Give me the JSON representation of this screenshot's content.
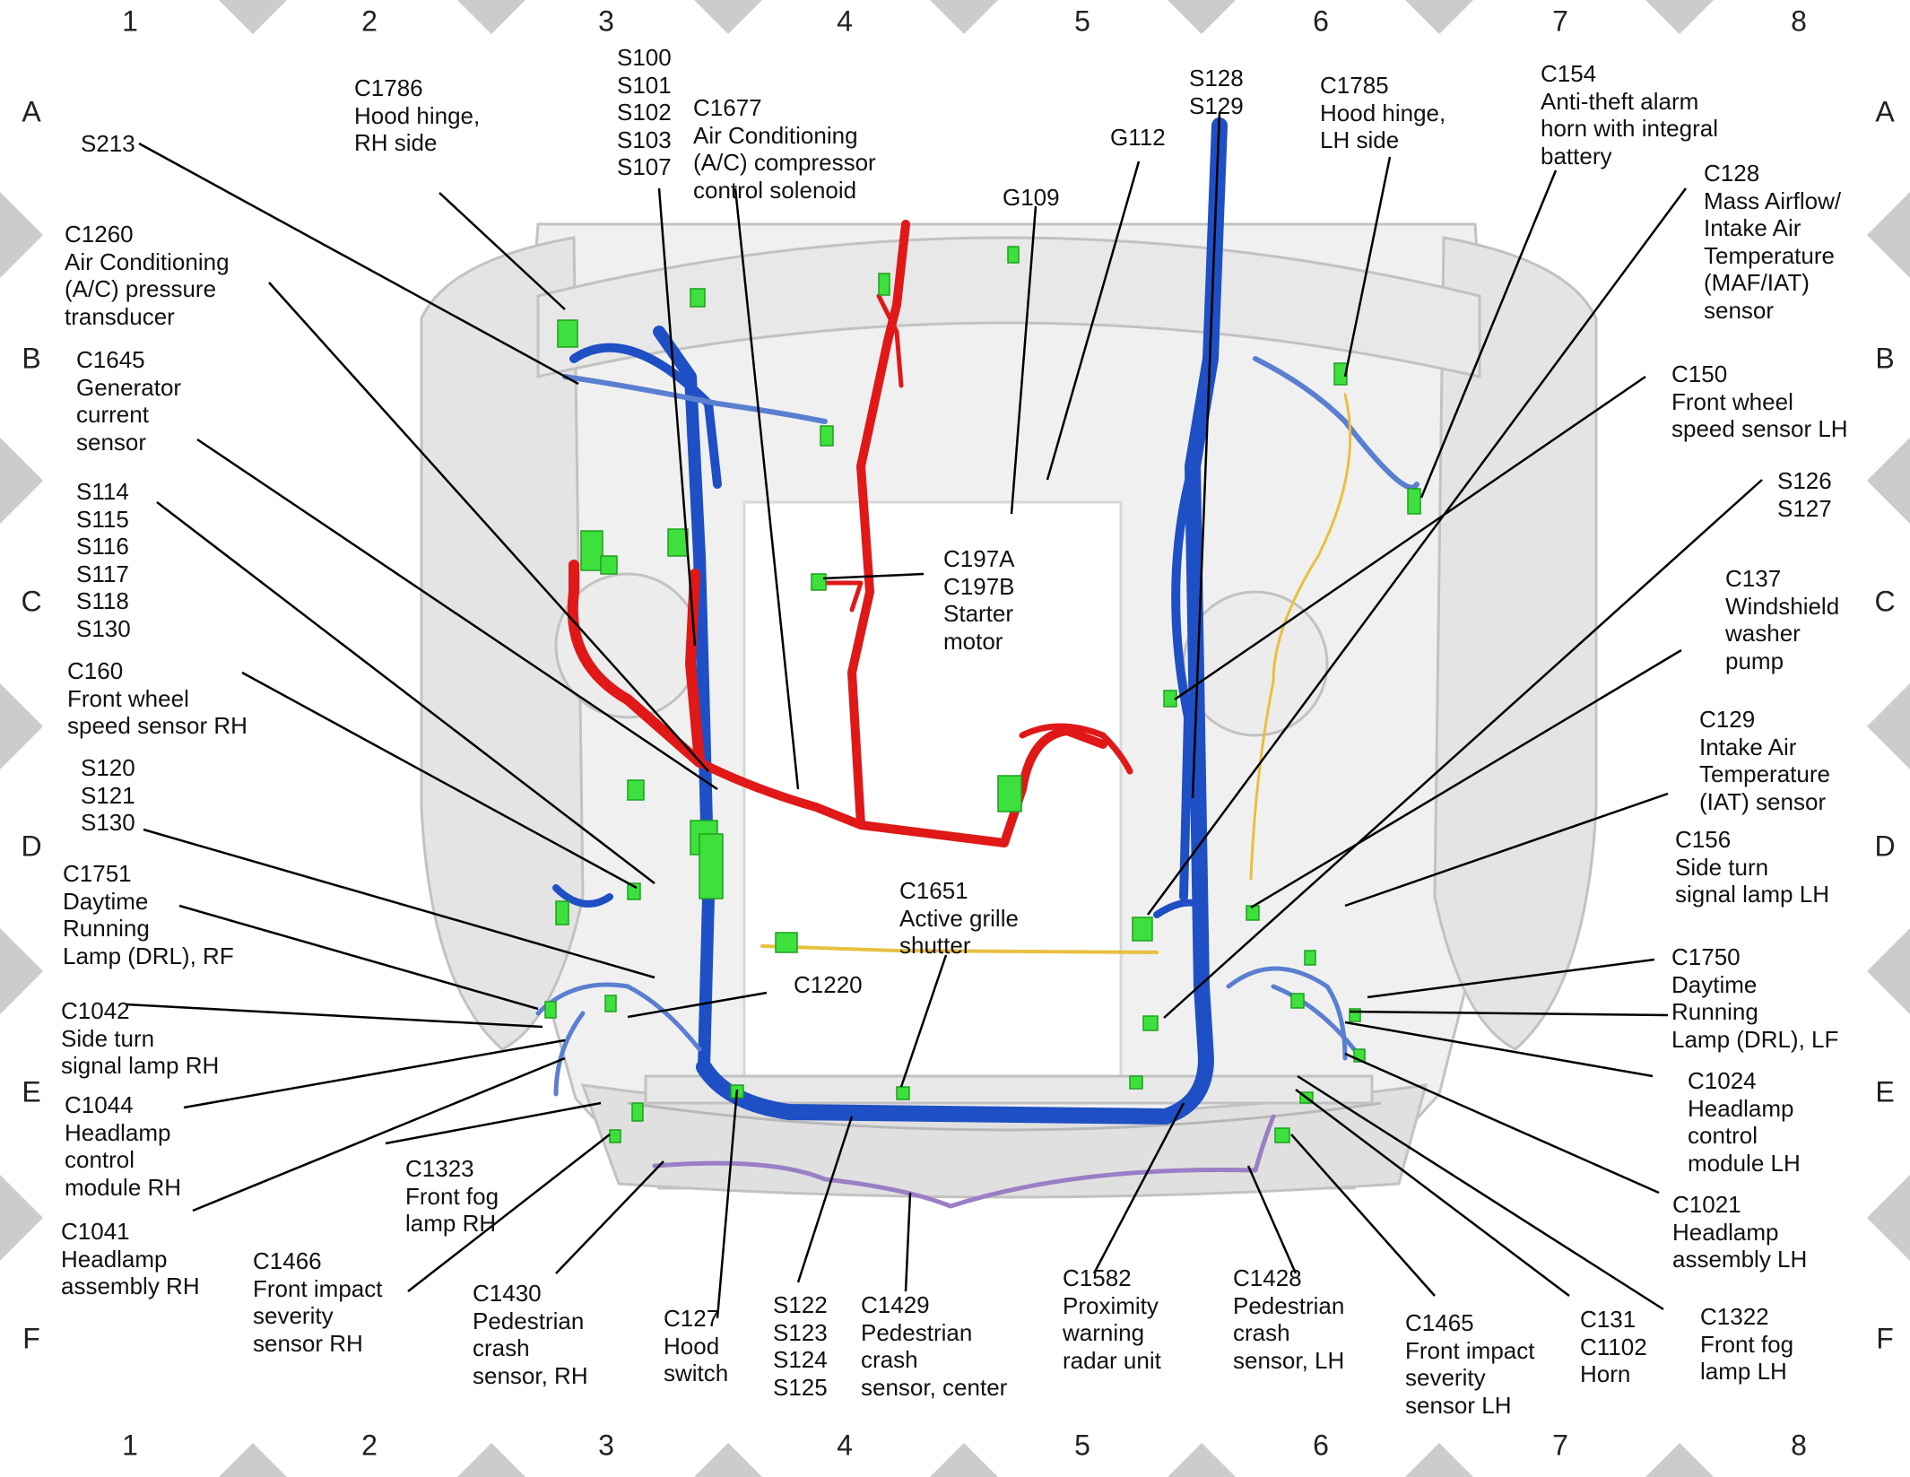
{
  "grid": {
    "columns": [
      "1",
      "2",
      "3",
      "4",
      "5",
      "6",
      "7",
      "8"
    ],
    "rows": [
      "A",
      "B",
      "C",
      "D",
      "E",
      "F"
    ]
  },
  "labels": [
    {
      "id": "S213",
      "lines": [
        "S213"
      ]
    },
    {
      "id": "C1786",
      "lines": [
        "C1786",
        "Hood hinge,",
        "RH side"
      ]
    },
    {
      "id": "S100",
      "lines": [
        "S100",
        "S101",
        "S102",
        "S103",
        "S107"
      ]
    },
    {
      "id": "C1677",
      "lines": [
        "C1677",
        "Air Conditioning",
        "(A/C) compressor",
        "control solenoid"
      ]
    },
    {
      "id": "G109",
      "lines": [
        "G109"
      ]
    },
    {
      "id": "G112",
      "lines": [
        "G112"
      ]
    },
    {
      "id": "S128",
      "lines": [
        "S128",
        "S129"
      ]
    },
    {
      "id": "C1785",
      "lines": [
        "C1785",
        "Hood hinge,",
        "LH side"
      ]
    },
    {
      "id": "C154",
      "lines": [
        "C154",
        "Anti-theft alarm",
        "horn with integral",
        "battery"
      ]
    },
    {
      "id": "C128",
      "lines": [
        "C128",
        "Mass Airflow/",
        "Intake Air",
        "Temperature",
        "(MAF/IAT)",
        "sensor"
      ]
    },
    {
      "id": "C1260",
      "lines": [
        "C1260",
        "Air Conditioning",
        "(A/C) pressure",
        "transducer"
      ]
    },
    {
      "id": "C1645",
      "lines": [
        "C1645",
        "Generator",
        "current",
        "sensor"
      ]
    },
    {
      "id": "S114",
      "lines": [
        "S114",
        "S115",
        "S116",
        "S117",
        "S118",
        "S130"
      ]
    },
    {
      "id": "C160",
      "lines": [
        "C160",
        "Front wheel",
        "speed sensor RH"
      ]
    },
    {
      "id": "S120",
      "lines": [
        "S120",
        "S121",
        "S130"
      ]
    },
    {
      "id": "C1751",
      "lines": [
        "C1751",
        "Daytime",
        "Running",
        "Lamp (DRL), RF"
      ]
    },
    {
      "id": "C1042",
      "lines": [
        "C1042",
        "Side turn",
        "signal lamp RH"
      ]
    },
    {
      "id": "C1044",
      "lines": [
        "C1044",
        "Headlamp",
        "control",
        "module RH"
      ]
    },
    {
      "id": "C1041",
      "lines": [
        "C1041",
        "Headlamp",
        "assembly RH"
      ]
    },
    {
      "id": "C1466",
      "lines": [
        "C1466",
        "Front impact",
        "severity",
        "sensor RH"
      ]
    },
    {
      "id": "C1323",
      "lines": [
        "C1323",
        "Front fog",
        "lamp RH"
      ]
    },
    {
      "id": "C1430",
      "lines": [
        "C1430",
        "Pedestrian",
        "crash",
        "sensor, RH"
      ]
    },
    {
      "id": "C127",
      "lines": [
        "C127",
        "Hood",
        "switch"
      ]
    },
    {
      "id": "S122",
      "lines": [
        "S122",
        "S123",
        "S124",
        "S125"
      ]
    },
    {
      "id": "C1429",
      "lines": [
        "C1429",
        "Pedestrian",
        "crash",
        "sensor, center"
      ]
    },
    {
      "id": "C197A",
      "lines": [
        "C197A",
        "C197B",
        "Starter",
        "motor"
      ]
    },
    {
      "id": "C1651",
      "lines": [
        "C1651",
        "Active grille",
        "shutter"
      ]
    },
    {
      "id": "C1220",
      "lines": [
        "C1220"
      ]
    },
    {
      "id": "C1582",
      "lines": [
        "C1582",
        "Proximity",
        "warning",
        "radar unit"
      ]
    },
    {
      "id": "C1428",
      "lines": [
        "C1428",
        "Pedestrian",
        "crash",
        "sensor, LH"
      ]
    },
    {
      "id": "C1465",
      "lines": [
        "C1465",
        "Front impact",
        "severity",
        "sensor LH"
      ]
    },
    {
      "id": "C131",
      "lines": [
        "C131",
        "C1102",
        "Horn"
      ]
    },
    {
      "id": "C1322",
      "lines": [
        "C1322",
        "Front fog",
        "lamp LH"
      ]
    },
    {
      "id": "C1021",
      "lines": [
        "C1021",
        "Headlamp",
        "assembly LH"
      ]
    },
    {
      "id": "C1024",
      "lines": [
        "C1024",
        "Headlamp",
        "control",
        "module LH"
      ]
    },
    {
      "id": "C1750",
      "lines": [
        "C1750",
        "Daytime",
        "Running",
        "Lamp (DRL), LF"
      ]
    },
    {
      "id": "C156",
      "lines": [
        "C156",
        "Side turn",
        "signal lamp LH"
      ]
    },
    {
      "id": "C129",
      "lines": [
        "C129",
        "Intake Air",
        "Temperature",
        "(IAT) sensor"
      ]
    },
    {
      "id": "C137",
      "lines": [
        "C137",
        "Windshield",
        "washer",
        "pump"
      ]
    },
    {
      "id": "S126",
      "lines": [
        "S126",
        "S127"
      ]
    },
    {
      "id": "C150",
      "lines": [
        "C150",
        "Front wheel",
        "speed sensor LH"
      ]
    }
  ],
  "colors": {
    "harness_blue": "#1e4fc4",
    "harness_red": "#e01818",
    "harness_purple": "#9b7fc6",
    "harness_yellow": "#e8c040",
    "connector_green": "#3ee03e",
    "vehicle_gray": "#d6d6d6",
    "frame_diamond": "#cccccc",
    "leader_line": "#000000"
  }
}
